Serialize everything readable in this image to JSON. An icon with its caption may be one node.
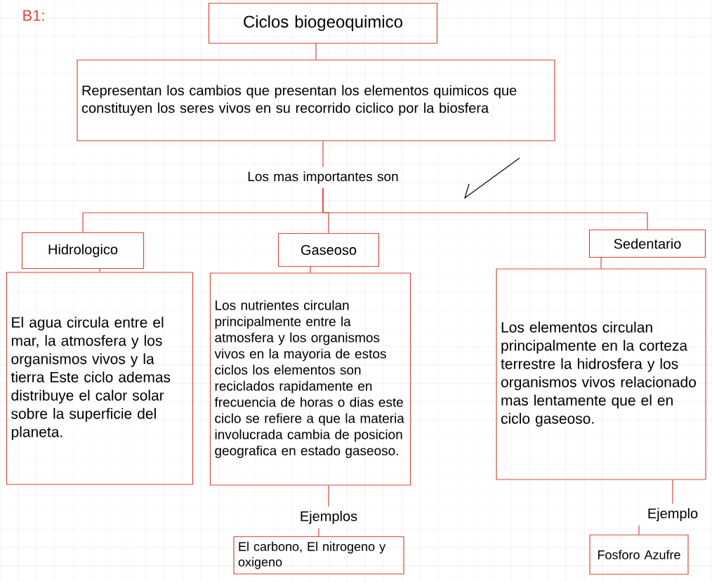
{
  "diagram": {
    "nodes": [
      {
        "text": [
          "Ciclos biogeoquimico"
        ]
      },
      {
        "text": [
          "Representan los cambios que presentan los elementos quimicos que constituyen los seres vivos en su recorrido ciclico por la biosfera"
        ]
      },
      {
        "text": [
          "Los mas importantes son"
        ]
      },
      {
        "text": [
          "Hidrologico"
        ]
      },
      {
        "text": [
          "Gaseoso"
        ]
      },
      {
        "text": [
          "Sedentario"
        ]
      },
      {
        "text": [
          "El agua circula entre el mar, la atmosfera y los organismos vivos y la tierra Este ciclo ademas distribuye el calor solar sobre la superficie del planeta."
        ]
      },
      {
        "text": [
          "Los nutrientes circulan principalmente entre la atmosfera y los organismos vivos en la mayoria de estos ciclos los elementos son reciclados rapidamente en frecuencia de horas o dias este ciclo se refiere a que la materia involucrada cambia de posicion geografica en estado gaseoso."
        ]
      },
      {
        "text": [
          "Los elementos circulan principalmente en la corteza terrestre la hidrosfera y los organismos vivos relacionado mas lentamente que el en ciclo gaseoso."
        ]
      },
      {
        "text": [
          "Ejemplos"
        ]
      },
      {
        "text": [
          "Ejemplo"
        ]
      },
      {
        "text": [
          "El carbono, El nitrogeno y oxigeno"
        ]
      },
      {
        "text": [
          "Fosforo Azufre"
        ]
      }
    ],
    "edges": [
      {
        "from": 0,
        "to": 1,
        "arrow": "none"
      },
      {
        "from": 1,
        "to": 2,
        "arrow": "none"
      },
      {
        "from": 2,
        "to": 3,
        "arrow": "none"
      },
      {
        "from": 2,
        "to": 4,
        "arrow": "none"
      },
      {
        "from": 2,
        "to": 5,
        "arrow": "none"
      },
      {
        "from": 3,
        "to": 6,
        "arrow": "none"
      },
      {
        "from": 4,
        "to": 7,
        "arrow": "none"
      },
      {
        "from": 5,
        "to": 8,
        "arrow": "none"
      },
      {
        "from": 7,
        "to": 9,
        "arrow": "none"
      },
      {
        "from": 9,
        "to": 11,
        "arrow": "none"
      },
      {
        "from": 8,
        "to": 10,
        "arrow": "none"
      },
      {
        "from": 10,
        "to": 12,
        "arrow": "none"
      }
    ],
    "labels": [
      "B1:"
    ]
  }
}
